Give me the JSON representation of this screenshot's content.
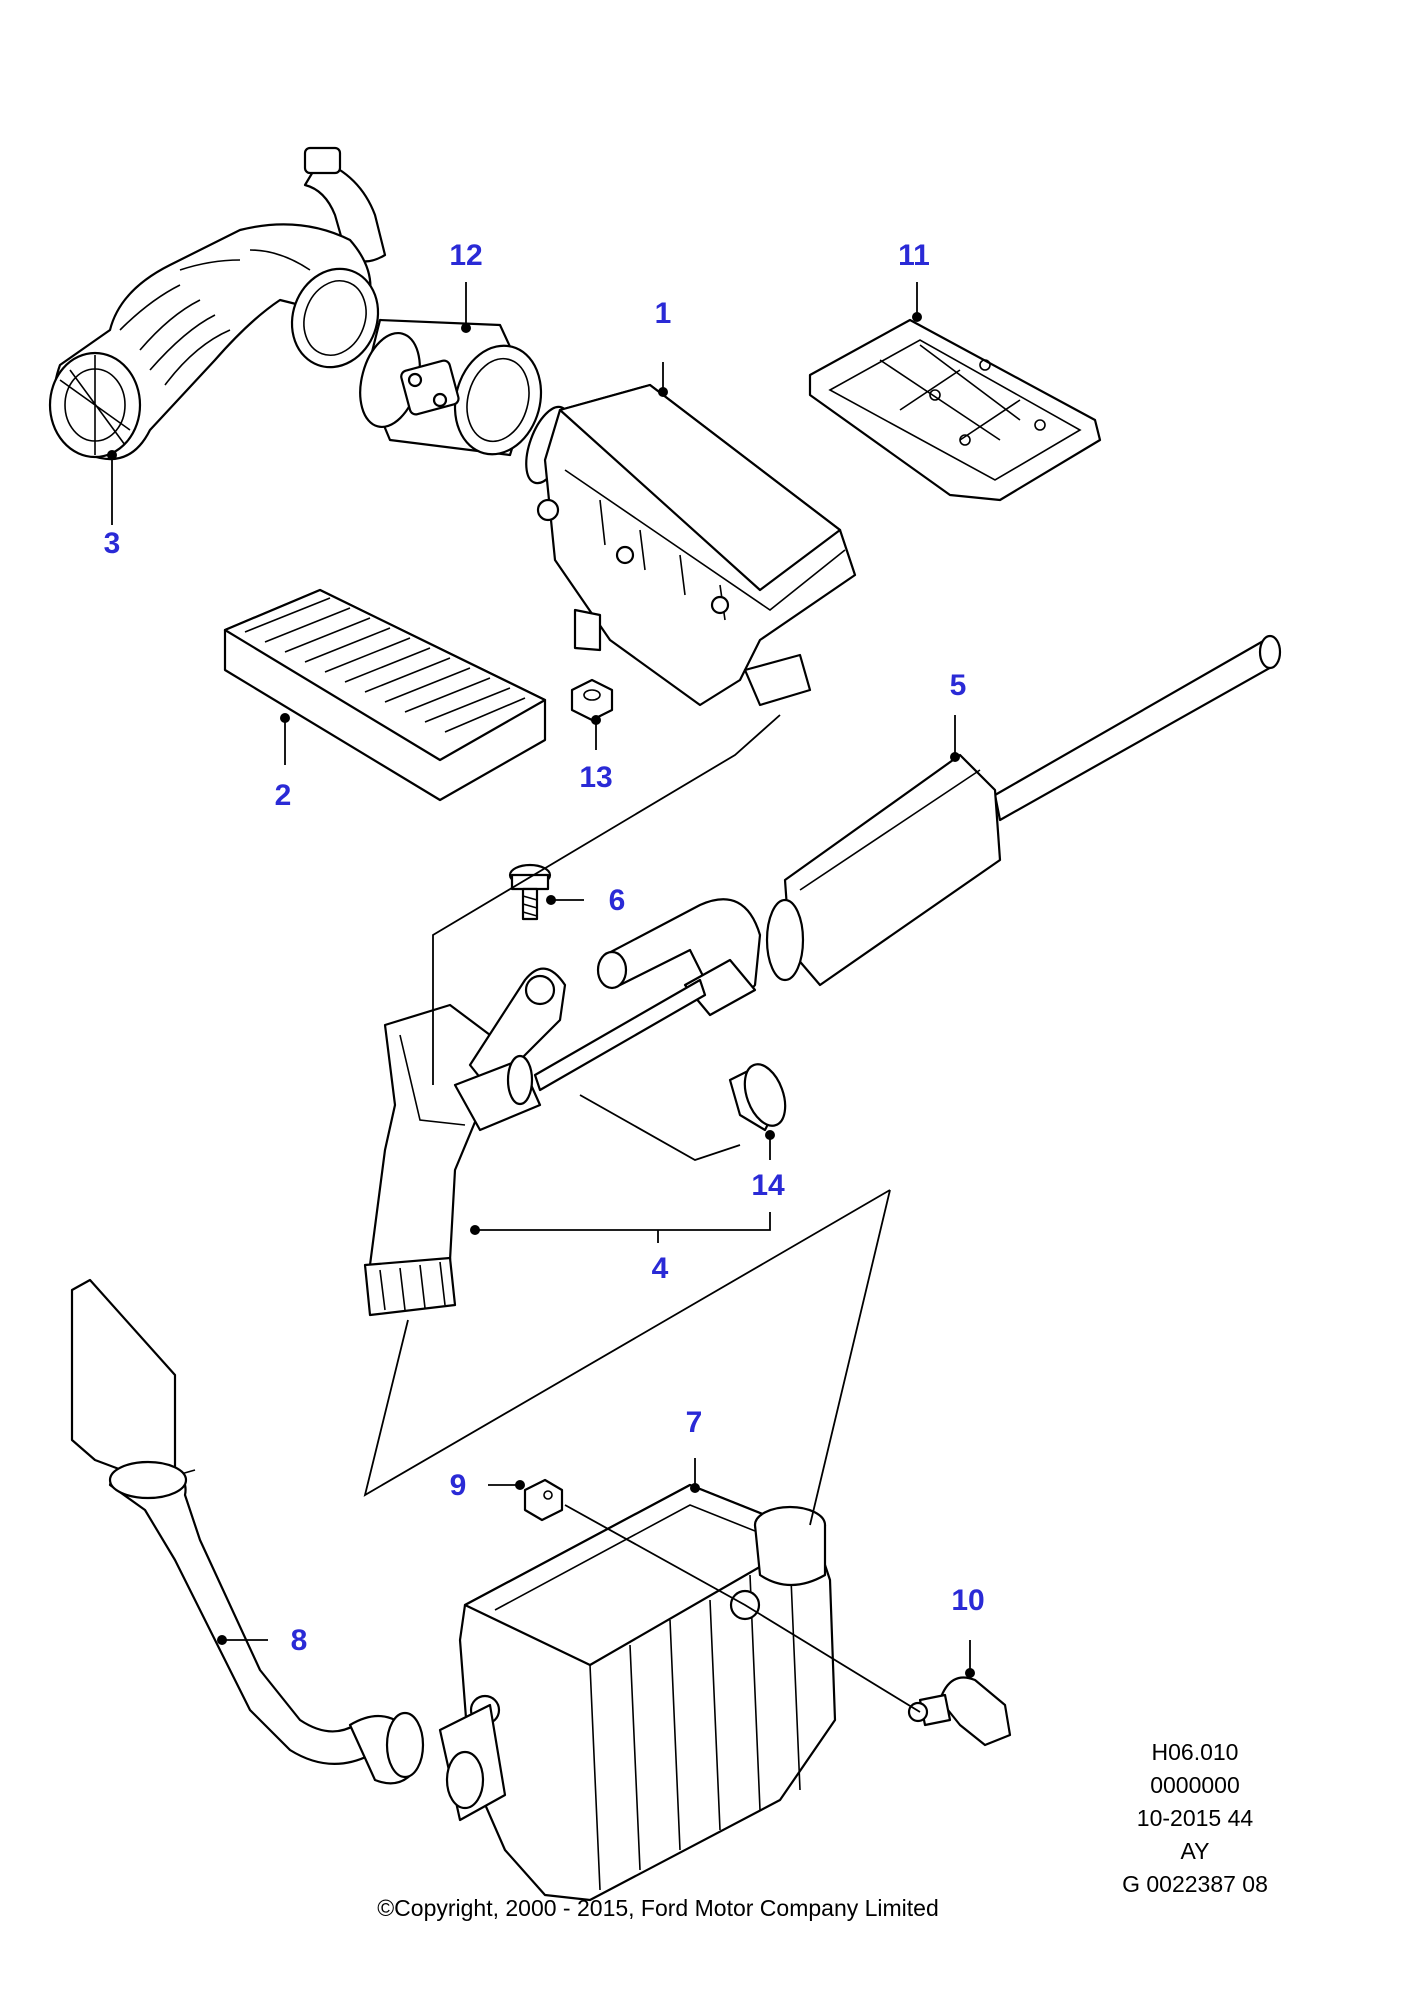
{
  "callouts": {
    "c1": "1",
    "c2": "2",
    "c3": "3",
    "c4": "4",
    "c5": "5",
    "c6": "6",
    "c7": "7",
    "c8": "8",
    "c9": "9",
    "c10": "10",
    "c11": "11",
    "c12": "12",
    "c13": "13",
    "c14": "14"
  },
  "info_block": [
    "H06.010",
    "0000000",
    "10-2015 44",
    "AY",
    "G 0022387 08"
  ],
  "copyright": "©Copyright, 2000 - 2015, Ford Motor Company Limited",
  "colors": {
    "callout": "#2a2ad6",
    "line": "#000000",
    "background": "#ffffff"
  }
}
